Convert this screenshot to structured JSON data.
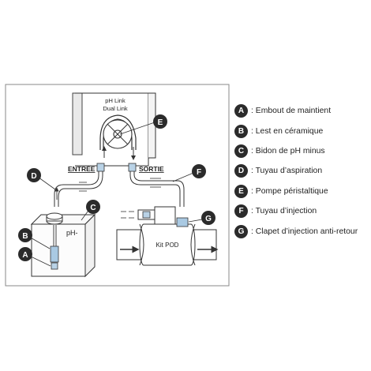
{
  "pump": {
    "label_line1": "pH Link",
    "label_line2": "Dual Link"
  },
  "ports": {
    "inlet_label": "ENTRÉE",
    "outlet_label": "SORTIE"
  },
  "container": {
    "label": "pH-"
  },
  "pipe": {
    "label": "Kit POD"
  },
  "markers": {
    "a": "A",
    "b": "B",
    "c": "C",
    "d": "D",
    "e": "E",
    "f": "F",
    "g": "G"
  },
  "legend": {
    "items": [
      {
        "letter": "A",
        "text": ": Embout de maintient"
      },
      {
        "letter": "B",
        "text": ": Lest en céramique"
      },
      {
        "letter": "C",
        "text": ": Bidon de pH minus"
      },
      {
        "letter": "D",
        "text": ": Tuyau d’aspiration"
      },
      {
        "letter": "E",
        "text": ": Pompe péristaltique"
      },
      {
        "letter": "F",
        "text": ": Tuyau d’injection"
      },
      {
        "letter": "G",
        "text": ": Clapet d’injection anti-retour"
      }
    ]
  }
}
